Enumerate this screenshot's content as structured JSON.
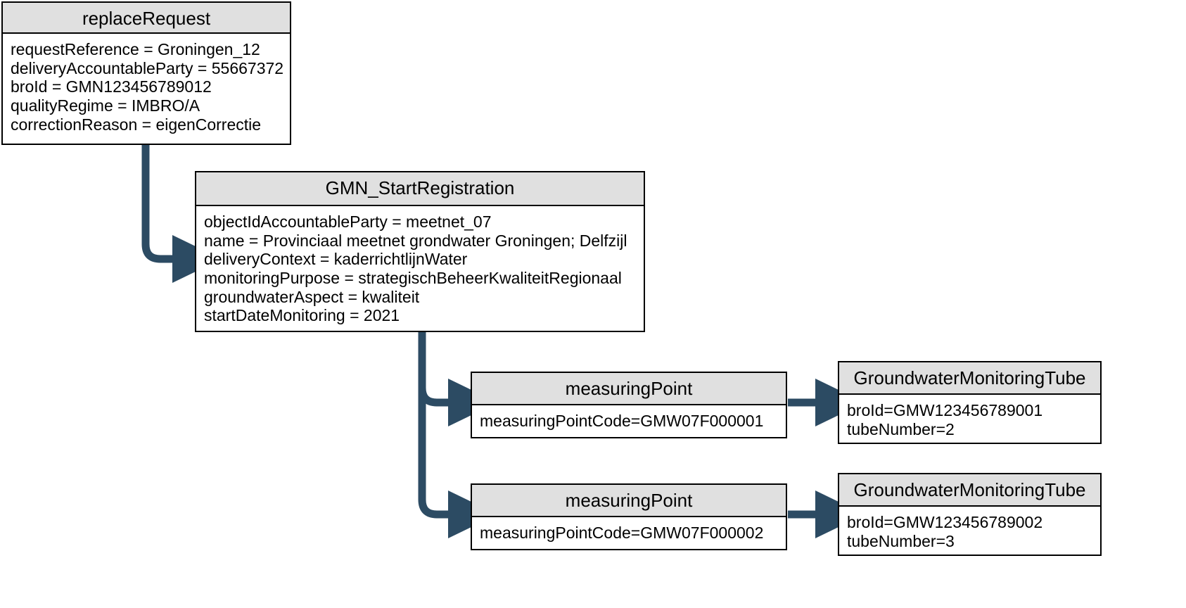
{
  "diagram": {
    "title_semantics": "GMN replaceRequest object diagram",
    "accent_color": "#2c4b63",
    "header_fill": "#e0e0e0",
    "border_color": "#000000",
    "body_fill": "#ffffff"
  },
  "boxes": [
    {
      "id": "replaceRequest",
      "header": "replaceRequest",
      "attributes": [
        "requestReference = Groningen_12",
        "deliveryAccountableParty = 55667372",
        "broId = GMN123456789012",
        "qualityRegime = IMBRO/A",
        "correctionReason = eigenCorrectie"
      ]
    },
    {
      "id": "gmnStartRegistration",
      "header": "GMN_StartRegistration",
      "attributes": [
        "objectIdAccountableParty = meetnet_07",
        "name = Provinciaal meetnet grondwater Groningen; Delfzijl",
        "deliveryContext = kaderrichtlijnWater",
        "monitoringPurpose = strategischBeheerKwaliteitRegionaal",
        "groundwaterAspect = kwaliteit",
        "startDateMonitoring = 2021"
      ]
    },
    {
      "id": "measuringPoint1",
      "header": "measuringPoint",
      "attributes": [
        "measuringPointCode=GMW07F000001"
      ]
    },
    {
      "id": "tube1",
      "header": "GroundwaterMonitoringTube",
      "attributes": [
        "broId=GMW123456789001",
        "tubeNumber=2"
      ]
    },
    {
      "id": "measuringPoint2",
      "header": "measuringPoint",
      "attributes": [
        "measuringPointCode=GMW07F000002"
      ]
    },
    {
      "id": "tube2",
      "header": "GroundwaterMonitoringTube",
      "attributes": [
        "broId=GMW123456789002",
        "tubeNumber=3"
      ]
    }
  ],
  "connectors": [
    {
      "name": "replaceRequest-to-gmn",
      "from": "replaceRequest",
      "to": "gmnStartRegistration",
      "style": "elbow-down-right"
    },
    {
      "name": "gmn-to-measuringPoint1",
      "from": "gmnStartRegistration",
      "to": "measuringPoint1",
      "style": "elbow-down-right"
    },
    {
      "name": "gmn-to-measuringPoint2",
      "from": "gmnStartRegistration",
      "to": "measuringPoint2",
      "style": "elbow-down-right"
    },
    {
      "name": "measuringPoint1-to-tube1",
      "from": "measuringPoint1",
      "to": "tube1",
      "style": "straight-right"
    },
    {
      "name": "measuringPoint2-to-tube2",
      "from": "measuringPoint2",
      "to": "tube2",
      "style": "straight-right"
    }
  ]
}
